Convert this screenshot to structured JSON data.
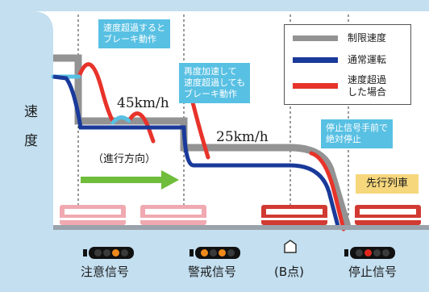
{
  "axis": {
    "speed_char_1": "速",
    "speed_char_2": "度"
  },
  "speed_labels": {
    "first": "45km/h",
    "second": "25km/h"
  },
  "callouts": {
    "first": [
      "速度超過すると",
      "ブレーキ動作"
    ],
    "second": [
      "再度加速して",
      "速度超過しても",
      "ブレーキ動作"
    ],
    "third": [
      "停止信号手前で",
      "絶対停止"
    ]
  },
  "legend": {
    "items": [
      {
        "label": [
          "制限速度"
        ],
        "color": "#939393"
      },
      {
        "label": [
          "通常運転"
        ],
        "color": "#1a3a9a"
      },
      {
        "label": [
          "速度超過",
          "した場合"
        ],
        "color": "#e8332a"
      }
    ]
  },
  "direction_label": "（進行方向）",
  "preceding_train_label": "先行列車",
  "signals": [
    {
      "name": "注意信号",
      "lamps": [
        "off",
        "off",
        "yellow",
        "off"
      ]
    },
    {
      "name": "警戒信号",
      "lamps": [
        "yellow",
        "off",
        "yellow",
        "off"
      ]
    },
    {
      "name": "(B点)",
      "lamps": []
    },
    {
      "name": "停止信号",
      "lamps": [
        "off",
        "red",
        "off",
        "off"
      ]
    }
  ],
  "colors": {
    "limit": "#939393",
    "normal": "#1a3a9a",
    "overspeed": "#e8332a",
    "callout": "#58c0e3",
    "arrow": "#6fbd3a",
    "train_faded": "#f0a9b0",
    "train_active": "#d13a32",
    "lamp_yellow": "#f08a1c",
    "lamp_red": "#e0281f"
  }
}
